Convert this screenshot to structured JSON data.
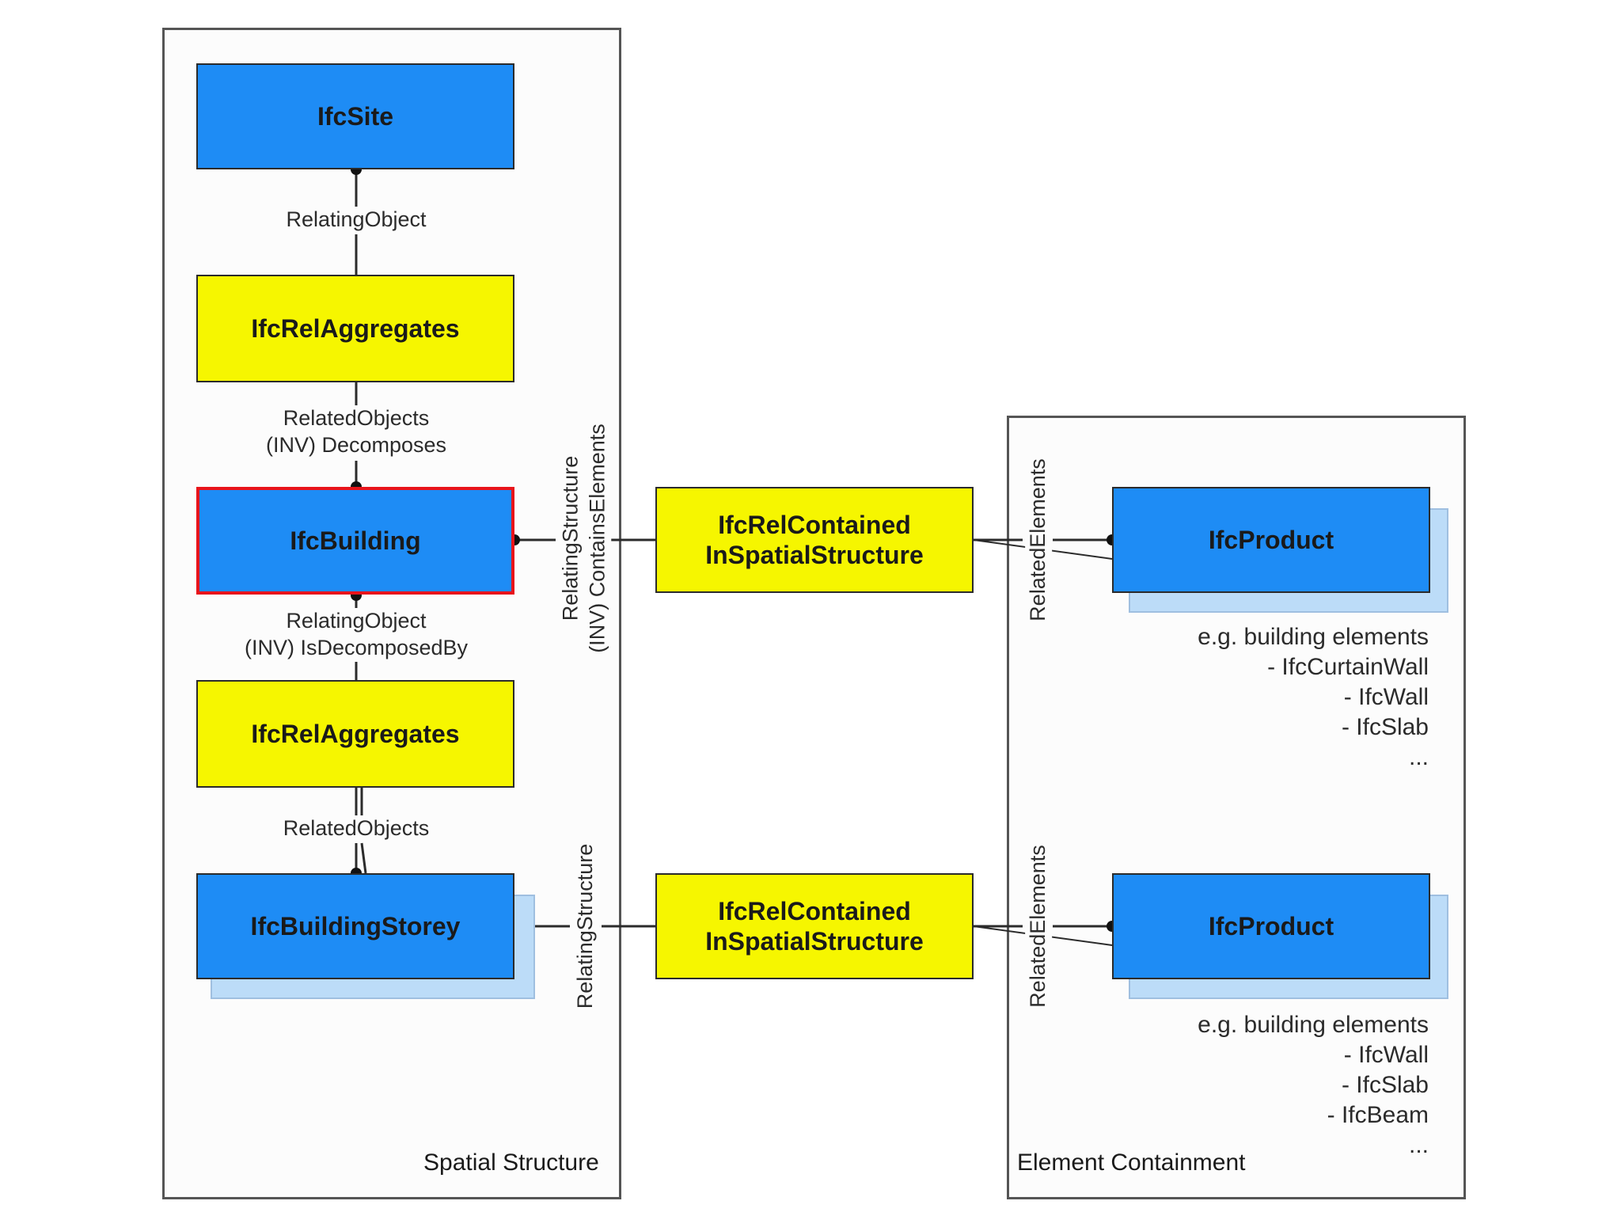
{
  "groups": {
    "spatial": "Spatial Structure",
    "containment": "Element Containment"
  },
  "boxes": {
    "site": "IfcSite",
    "rel_agg_1": "IfcRelAggregates",
    "building": "IfcBuilding",
    "rel_agg_2": "IfcRelAggregates",
    "storey": "IfcBuildingStorey",
    "rel_contained_1": [
      "IfcRelContained",
      "InSpatialStructure"
    ],
    "rel_contained_2": [
      "IfcRelContained",
      "InSpatialStructure"
    ],
    "product_1": "IfcProduct",
    "product_2": "IfcProduct"
  },
  "labels": {
    "site_agg": "RelatingObject",
    "agg_building": [
      "RelatedObjects",
      "(INV) Decomposes"
    ],
    "building_agg": [
      "RelatingObject",
      "(INV) IsDecomposedBy"
    ],
    "agg_storey": "RelatedObjects",
    "building_rel": [
      "RelatingStructure",
      "(INV) ContainsElements"
    ],
    "storey_rel": "RelatingStructure",
    "rel_product_1": "RelatedElements",
    "rel_product_2": "RelatedElements"
  },
  "examples_1": [
    "e.g. building elements",
    "- IfcCurtainWall",
    "- IfcWall",
    "- IfcSlab",
    "..."
  ],
  "examples_2": [
    "e.g. building elements",
    "- IfcWall",
    "- IfcSlab",
    "- IfcBeam",
    "..."
  ],
  "colors": {
    "entity_blue": "#1e8cf5",
    "relation_yellow": "#f6f600",
    "highlight_red": "#e8141b",
    "shadow_blue": "#bcdcf8"
  }
}
